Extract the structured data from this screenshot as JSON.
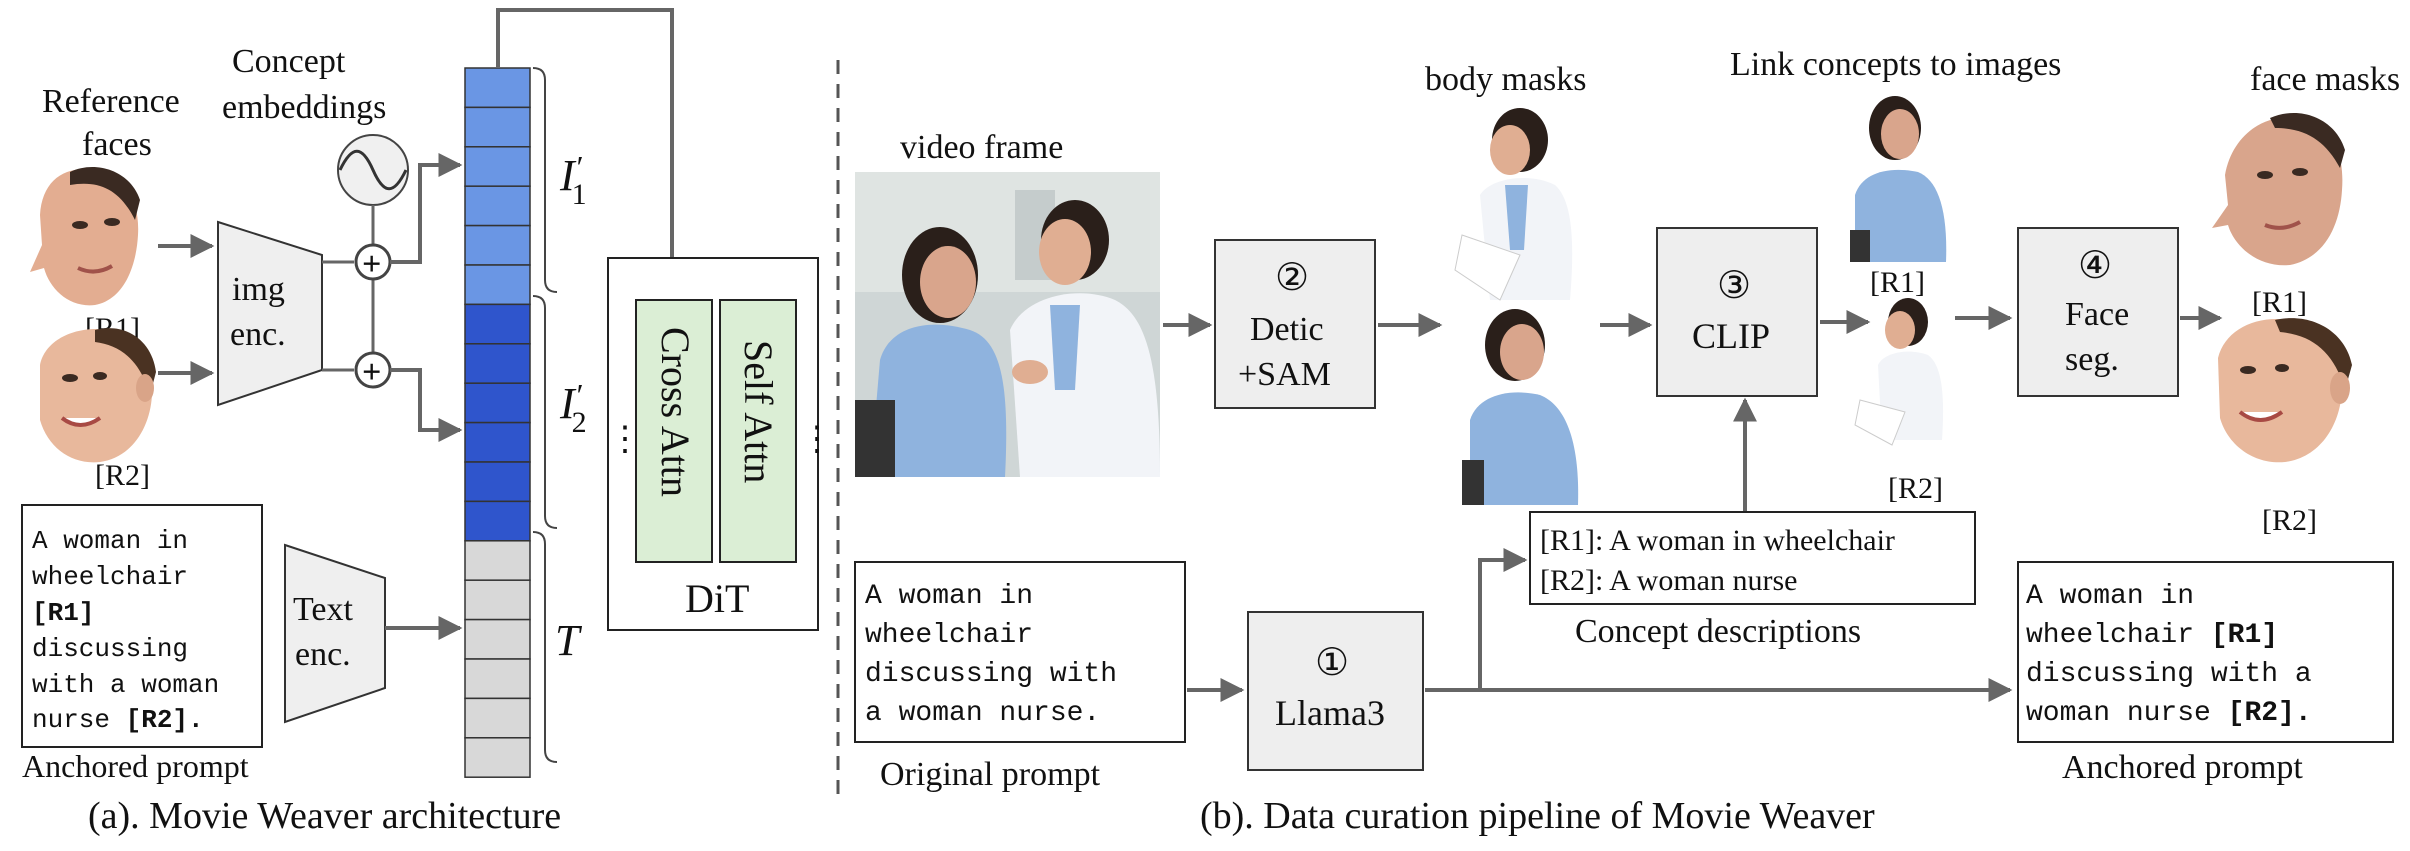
{
  "left": {
    "caption": "(a). Movie Weaver architecture",
    "reference_faces_label": [
      "Reference",
      "faces"
    ],
    "concept_embeddings_label": [
      "Concept",
      "embeddings"
    ],
    "face_tags": [
      "[R1]",
      "[R2]"
    ],
    "img_enc_label": [
      "img",
      "enc."
    ],
    "text_enc_label": [
      "Text",
      "enc."
    ],
    "token_labels": {
      "i1_main": "I",
      "i1_sub": "1",
      "prime": "′",
      "i2_main": "I",
      "i2_sub": "2",
      "t": "T"
    },
    "dit_label": "DiT",
    "cross_attn": "Cross Attn",
    "self_attn": "Self Attn",
    "ellipsis": "⋮",
    "anchored_prompt_lines": [
      {
        "text": "A woman in",
        "bold": false
      },
      {
        "text": "wheelchair",
        "bold": false
      },
      {
        "text": "[R1]",
        "bold": true
      },
      {
        "text": "discussing",
        "bold": false
      },
      {
        "text": "with a woman",
        "bold": false
      },
      {
        "text": "nurse ",
        "bold": false,
        "suffix": "[R2].",
        "suffix_bold": true
      }
    ],
    "anchored_prompt_caption": "Anchored prompt",
    "plus": "+"
  },
  "right": {
    "caption": "(b). Data curation pipeline of Movie Weaver",
    "video_frame_label": "video frame",
    "body_masks_label": "body masks",
    "link_label": "Link concepts to images",
    "face_masks_label": "face masks",
    "step2": [
      "②",
      "Detic",
      "+SAM"
    ],
    "step3": [
      "③",
      "CLIP"
    ],
    "step4": [
      "④",
      "Face",
      "seg."
    ],
    "step1": [
      "①",
      "Llama3"
    ],
    "r1_tag": "[R1]",
    "r2_tag": "[R2]",
    "concept_desc_lines": [
      "[R1]: A woman in wheelchair",
      "[R2]: A woman nurse"
    ],
    "concept_desc_caption": "Concept descriptions",
    "original_prompt_lines": [
      "A woman in",
      "wheelchair",
      "discussing with",
      "a woman nurse."
    ],
    "original_prompt_caption": "Original prompt",
    "anchored_prompt_lines": [
      {
        "text": "A woman in",
        "bold_part": ""
      },
      {
        "text": "wheelchair ",
        "bold_part": "[R1]"
      },
      {
        "text": "discussing with a",
        "bold_part": ""
      },
      {
        "text": "woman nurse ",
        "bold_part": "[R2]."
      }
    ],
    "anchored_prompt_caption": "Anchored prompt"
  },
  "colors": {
    "token_i1": "#6a96e4",
    "token_i2": "#2f55cc",
    "token_t": "#d8d8d8",
    "attn_fill": "#dbeed5",
    "step_box": "#eeeeee",
    "arrow": "#666666",
    "skin": "#e6b49a",
    "hair": "#2a1f1a",
    "scrub": "#8fb3de",
    "coat": "#f2f4f8"
  }
}
